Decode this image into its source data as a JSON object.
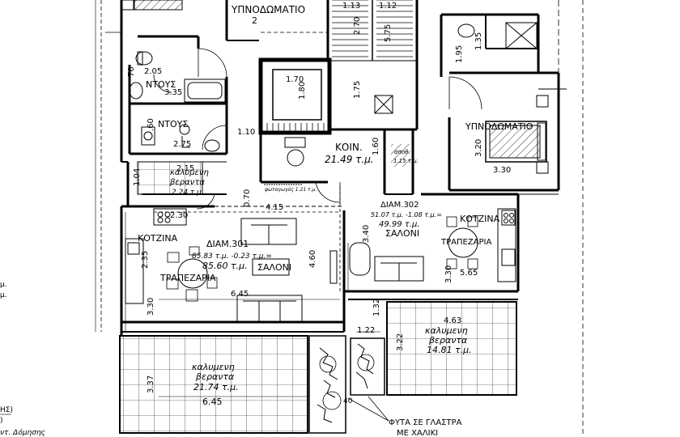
{
  "rooms": {
    "bedroom2_label": "ΥΠΝΟΔΩΜΑΤΙΟ",
    "bedroom2_number": "2",
    "wc_top_label": "ΝΤΟΥΣ",
    "wc_mid_label": "ΝΤΟΥΣ",
    "koin_label": "ΚΟΙΝ.",
    "koin_area": "21.49 τ.μ.",
    "bedroom_right_label": "ΥΠΝΟΔΩΜΑΤΙΟ",
    "small_veranda_label1": "καλυμενη",
    "small_veranda_label2": "βεραντα",
    "small_veranda_area": "2.24 τ.μ.",
    "storage_label": "αποθ.",
    "storage_area": "1.15 τ.μ.",
    "apt301_title": "ΔΙΑΜ.301",
    "apt301_calc": "85.83 τ.μ. -0.23 τ.μ.=",
    "apt301_area": "85.60 τ.μ.",
    "apt301_living": "ΣΑΛΟΝΙ",
    "apt301_kitchen": "ΚΟΤΖΙΝΑ",
    "apt301_dining": "ΤΡΑΠΕΖΑΡΙΑ",
    "apt302_title": "ΔΙΑΜ.302",
    "apt302_calc": "51.07 τ.μ. -1.08 τ.μ.=",
    "apt302_area": "49.99 τ.μ.",
    "apt302_living": "ΣΑΛΟΝΙ",
    "apt302_kitchen": "ΚΟΤΖΙΝΑ",
    "apt302_dining": "ΤΡΑΠΕΖΑΡΙΑ",
    "veranda_left_label1": "καλυμενη",
    "veranda_left_label2": "βεραντα",
    "veranda_left_area": "21.74 τ.μ.",
    "veranda_right_label1": "καλυμενη",
    "veranda_right_label2": "βεραντα",
    "veranda_right_area": "14.81 τ.μ.",
    "plants_note1": "ΦΥΤΑ ΣΕ ΓΛΑΣΤΡΑ",
    "plants_note2": "ΜΕ ΧΑΛΙΚΙ",
    "shaft_label": "φωταγωγός 1.21 τ.μ."
  },
  "dims": {
    "d_113": "1.13",
    "d_112": "1.12",
    "d_270": "2.70",
    "d_575": "5.75",
    "d_195": "1.95",
    "d_135": "1.35",
    "d_205": "2.05",
    "d_070a": "70",
    "d_335": "3.35",
    "d_170": "1.70",
    "d_180": "1.80",
    "d_175": "1.75",
    "d_060": ".60",
    "d_275": "2.75",
    "d_110": "1.10",
    "d_160": "1.60",
    "d_320": "3.20",
    "d_330a": "3.30",
    "d_215": "2.15",
    "d_104": "1.04",
    "d_070b": "0.70",
    "d_415": "4.15",
    "d_230": "2.30",
    "d_235": "2.35",
    "d_460": "4.60",
    "d_645a": "6.45",
    "d_330b": "3.30",
    "d_340": "3.40",
    "d_330c": "3.30",
    "d_565": "5.65",
    "d_132": "1.32",
    "d_122": "1.22",
    "d_463": "4.63",
    "d_322": "3.22",
    "d_337": "3.37",
    "d_645b": "6.45",
    "d_040": "40"
  },
  "margin_left": {
    "line1": "μ.",
    "line2": "μ.",
    "line3": "ΗΣ)",
    "line4": ")",
    "line5": "ντ. Δόμησης"
  }
}
